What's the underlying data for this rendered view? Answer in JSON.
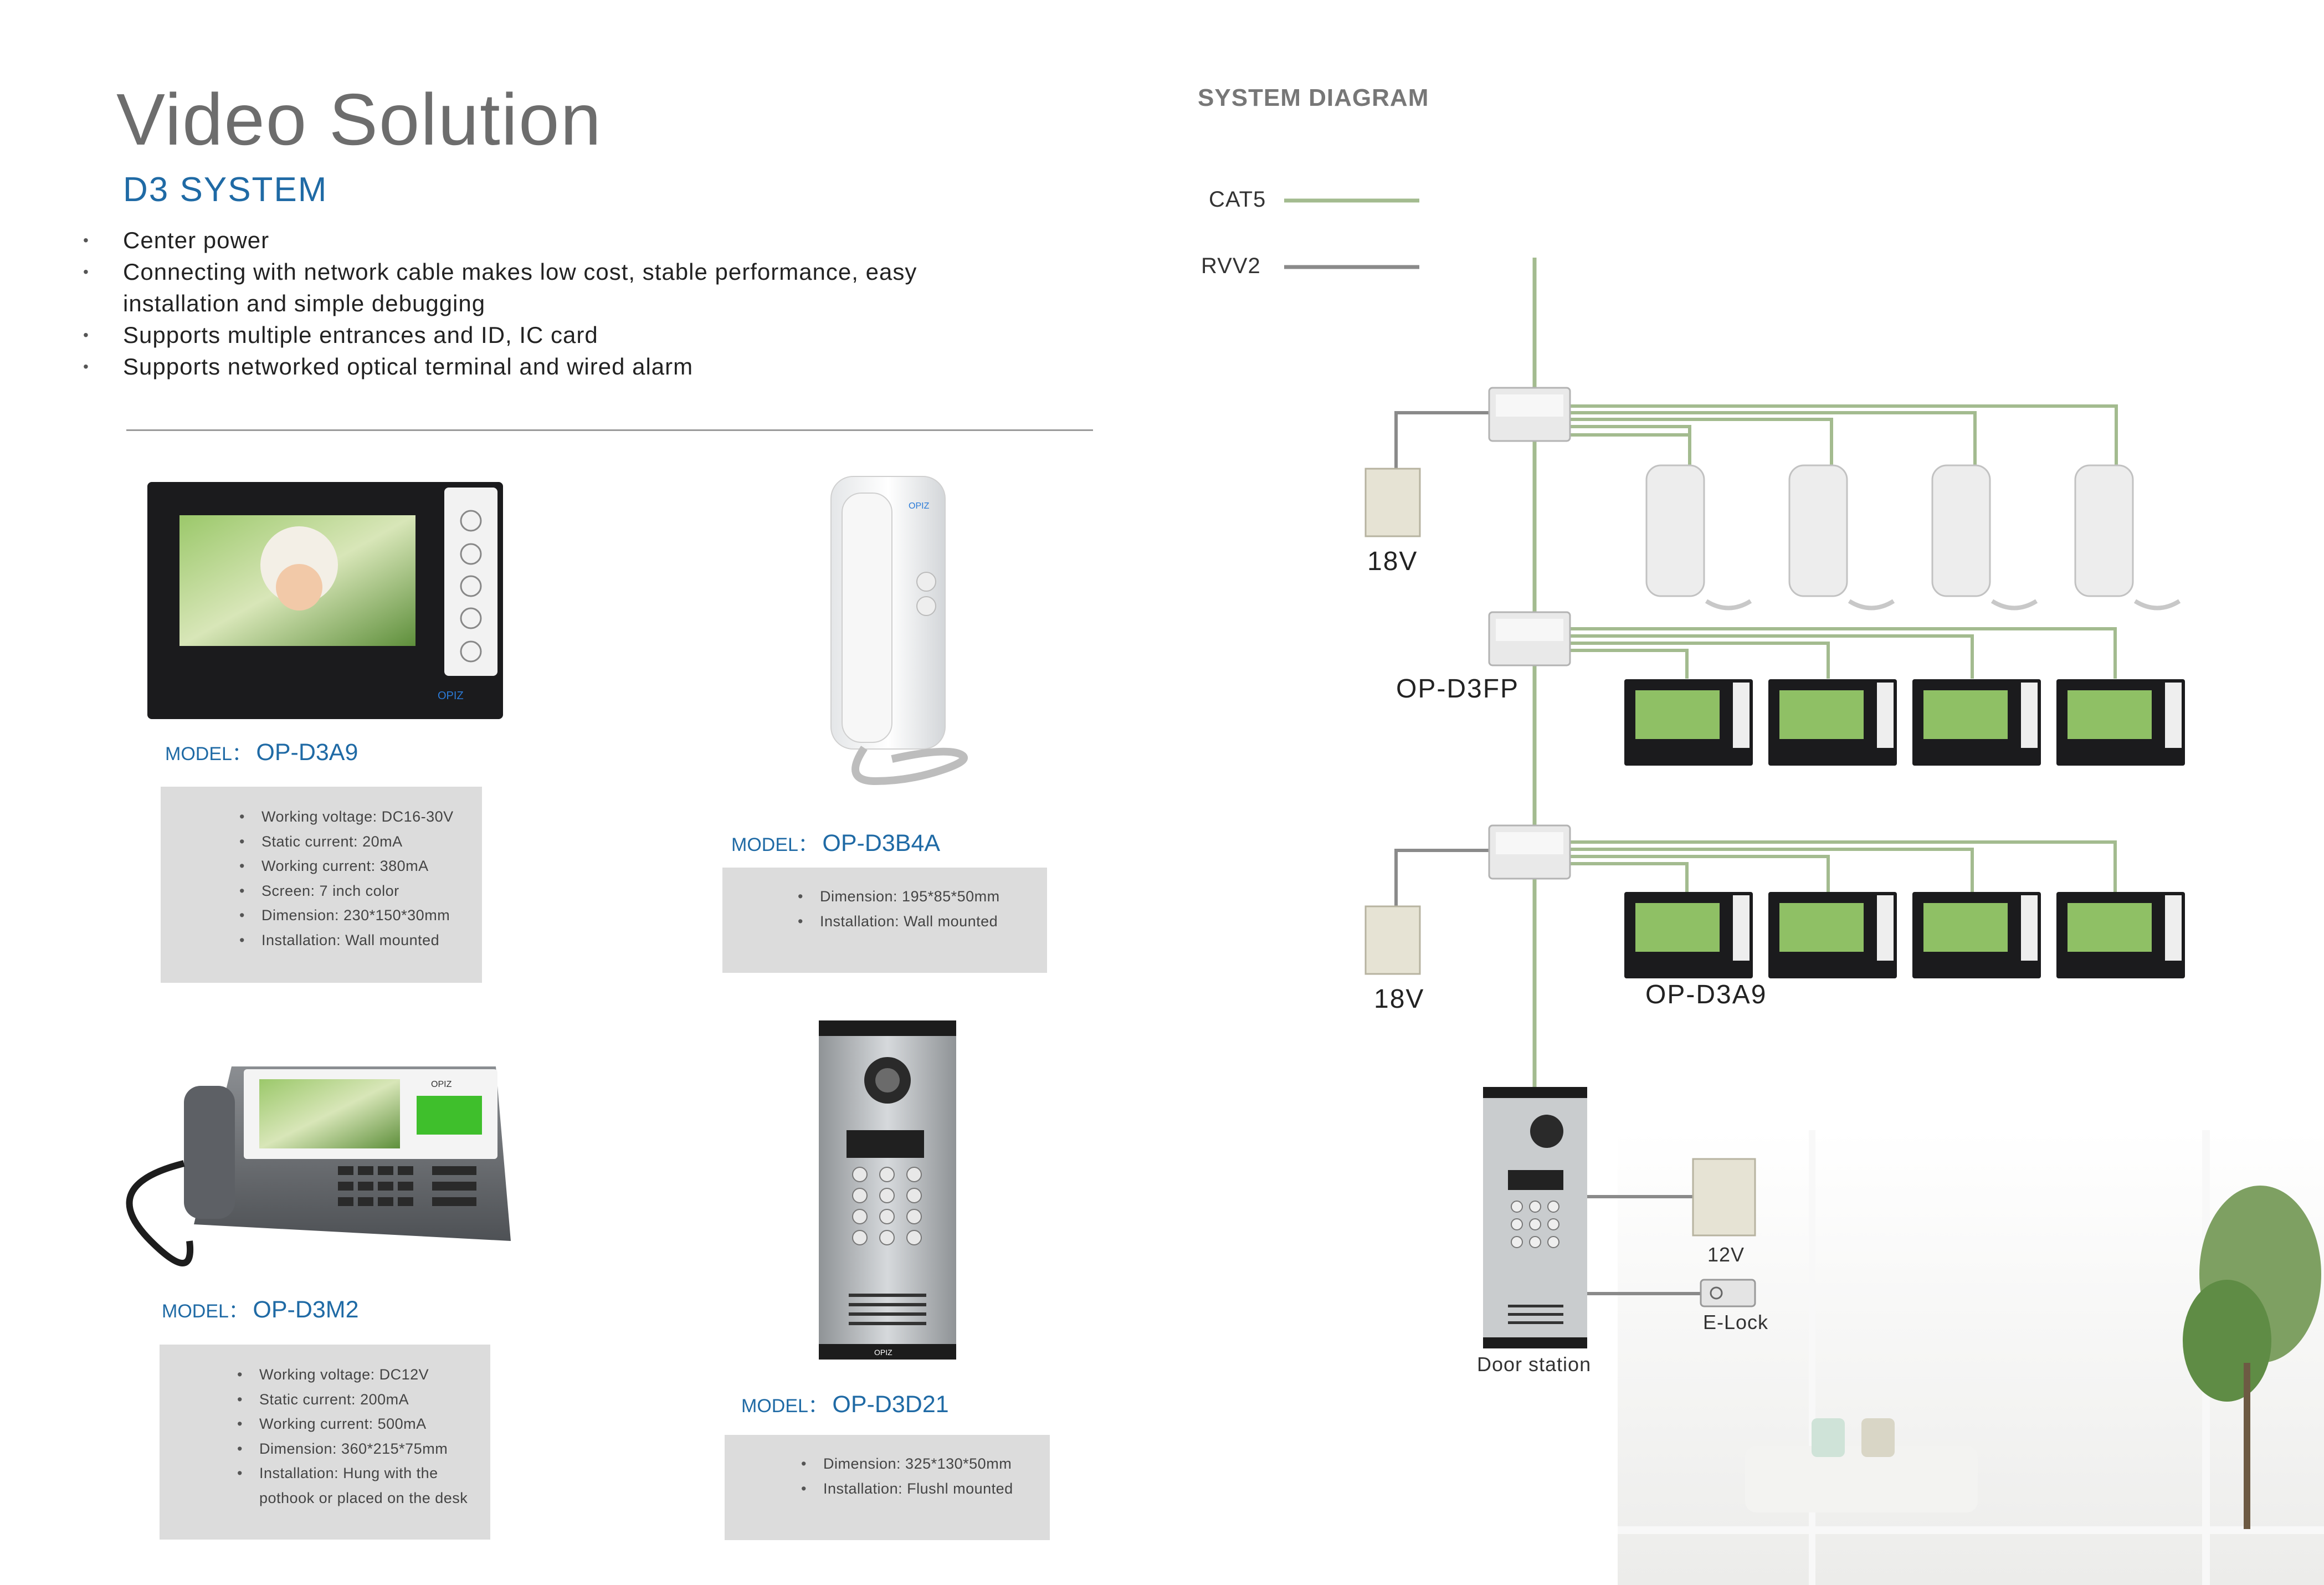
{
  "header": {
    "title": "Video Solution",
    "subtitle": "D3 SYSTEM",
    "features": [
      "Center power",
      "Connecting with network cable makes low cost, stable performance, easy installation and simple debugging",
      "Supports multiple entrances and ID, IC card",
      "Supports networked optical terminal and wired alarm"
    ]
  },
  "brand": "OPIZ",
  "products": [
    {
      "prefix": "MODEL：",
      "model": "OP-D3A9",
      "specs": [
        "Working voltage: DC16-30V",
        "Static current: 20mA",
        "Working current: 380mA",
        "Screen: 7 inch color",
        "Dimension: 230*150*30mm",
        "Installation: Wall mounted"
      ]
    },
    {
      "prefix": "MODEL：",
      "model": "OP-D3B4A",
      "specs": [
        "Dimension: 195*85*50mm",
        "Installation: Wall mounted"
      ]
    },
    {
      "prefix": "MODEL：",
      "model": "OP-D3M2",
      "specs": [
        "Working voltage: DC12V",
        "Static current: 200mA",
        "Working current: 500mA",
        "Dimension: 360*215*75mm",
        "Installation: Hung with the pothook or placed on the desk"
      ]
    },
    {
      "prefix": "MODEL：",
      "model": "OP-D3D21",
      "specs": [
        "Dimension: 325*130*50mm",
        "Installation: Flushl mounted"
      ]
    }
  ],
  "diagram": {
    "title": "SYSTEM DIAGRAM",
    "legend": [
      {
        "label": "CAT5",
        "color": "#a3bb8f"
      },
      {
        "label": "RVV2",
        "color": "#8a8a8a"
      }
    ],
    "labels": {
      "power_top": "18V",
      "distributor": "OP-D3FP",
      "power_bottom": "18V",
      "monitor": "OP-D3A9",
      "door": "Door station",
      "power_lock": "12V",
      "lock": "E-Lock"
    }
  }
}
